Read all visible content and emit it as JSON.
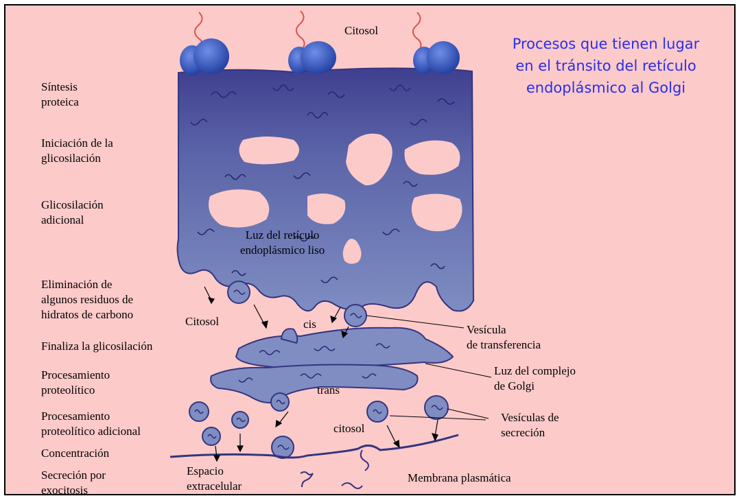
{
  "title": "Procesos que tienen lugar\nen el tránsito del retículo\nendoplásmico al Golgi",
  "colors": {
    "background": "#fdcaca",
    "title": "#2a2fe6",
    "er_membrane": "#3a3c8c",
    "lumen": "#7f8dc2",
    "ribosome": "#2f55c9"
  },
  "process_steps": [
    "Síntesis\nproteica",
    "Iniciación de la\nglicosilación",
    "Glicosilación\nadicional",
    "Eliminación de\nalgunos residuos de\nhidratos de carbono",
    "Finaliza la glicosilación",
    "Procesamiento\nproteolítico",
    "Procesamiento\nproteolítico adicional",
    "Concentración",
    "Secreción por\nexocitosis"
  ],
  "labels": {
    "citosol_top": "Citosol",
    "er_lumen": "Luz del retículo\nendoplásmico liso",
    "citosol_mid": "Citosol",
    "cis": "cis",
    "transfer_vesicle": "Vesícula\nde transferencia",
    "golgi_lumen": "Luz del complejo\nde Golgi",
    "trans": "trans",
    "citosol_low": "citosol",
    "secretion_vesicles": "Vesículas de\nsecreción",
    "extracellular_space": "Espacio\nextracelular",
    "plasma_membrane": "Membrana plasmática"
  }
}
